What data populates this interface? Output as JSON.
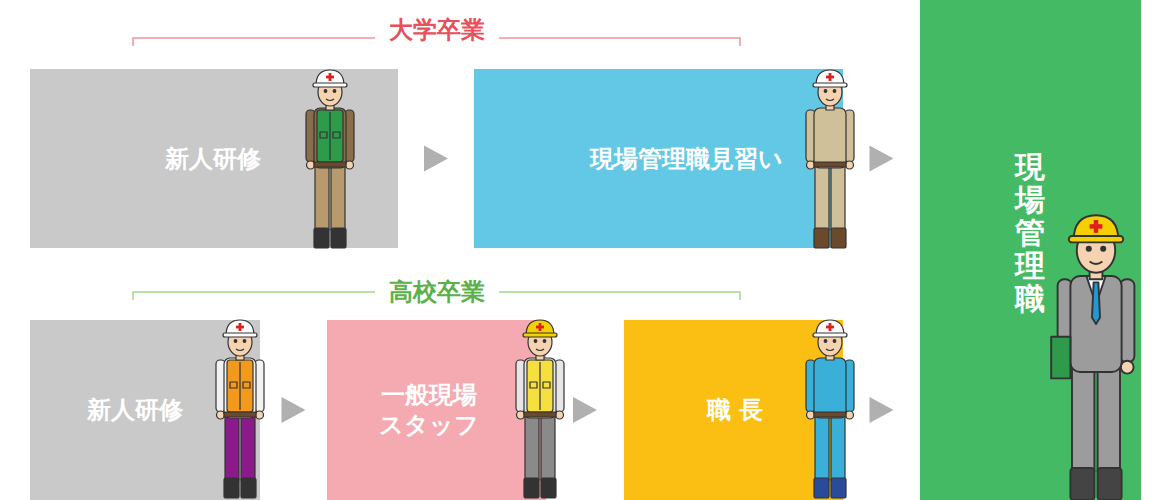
{
  "diagram": {
    "nodes": [
      {
        "text": [
          "新人研修"
        ]
      },
      {
        "text": [
          "現場管理職見習い"
        ]
      },
      {
        "text": [
          "現場管理職"
        ]
      },
      {
        "text": [
          "新人研修"
        ]
      },
      {
        "text": [
          "一般現場 スタッフ"
        ]
      },
      {
        "text": [
          "職 長"
        ]
      }
    ],
    "edges": [
      {
        "from": 0,
        "to": 1,
        "arrow": "to"
      },
      {
        "from": 1,
        "to": 2,
        "arrow": "to"
      },
      {
        "from": 3,
        "to": 4,
        "arrow": "to"
      },
      {
        "from": 4,
        "to": 5,
        "arrow": "to"
      },
      {
        "from": 5,
        "to": 2,
        "arrow": "to"
      }
    ],
    "labels": [
      "大学卒業",
      "高校卒業"
    ]
  }
}
